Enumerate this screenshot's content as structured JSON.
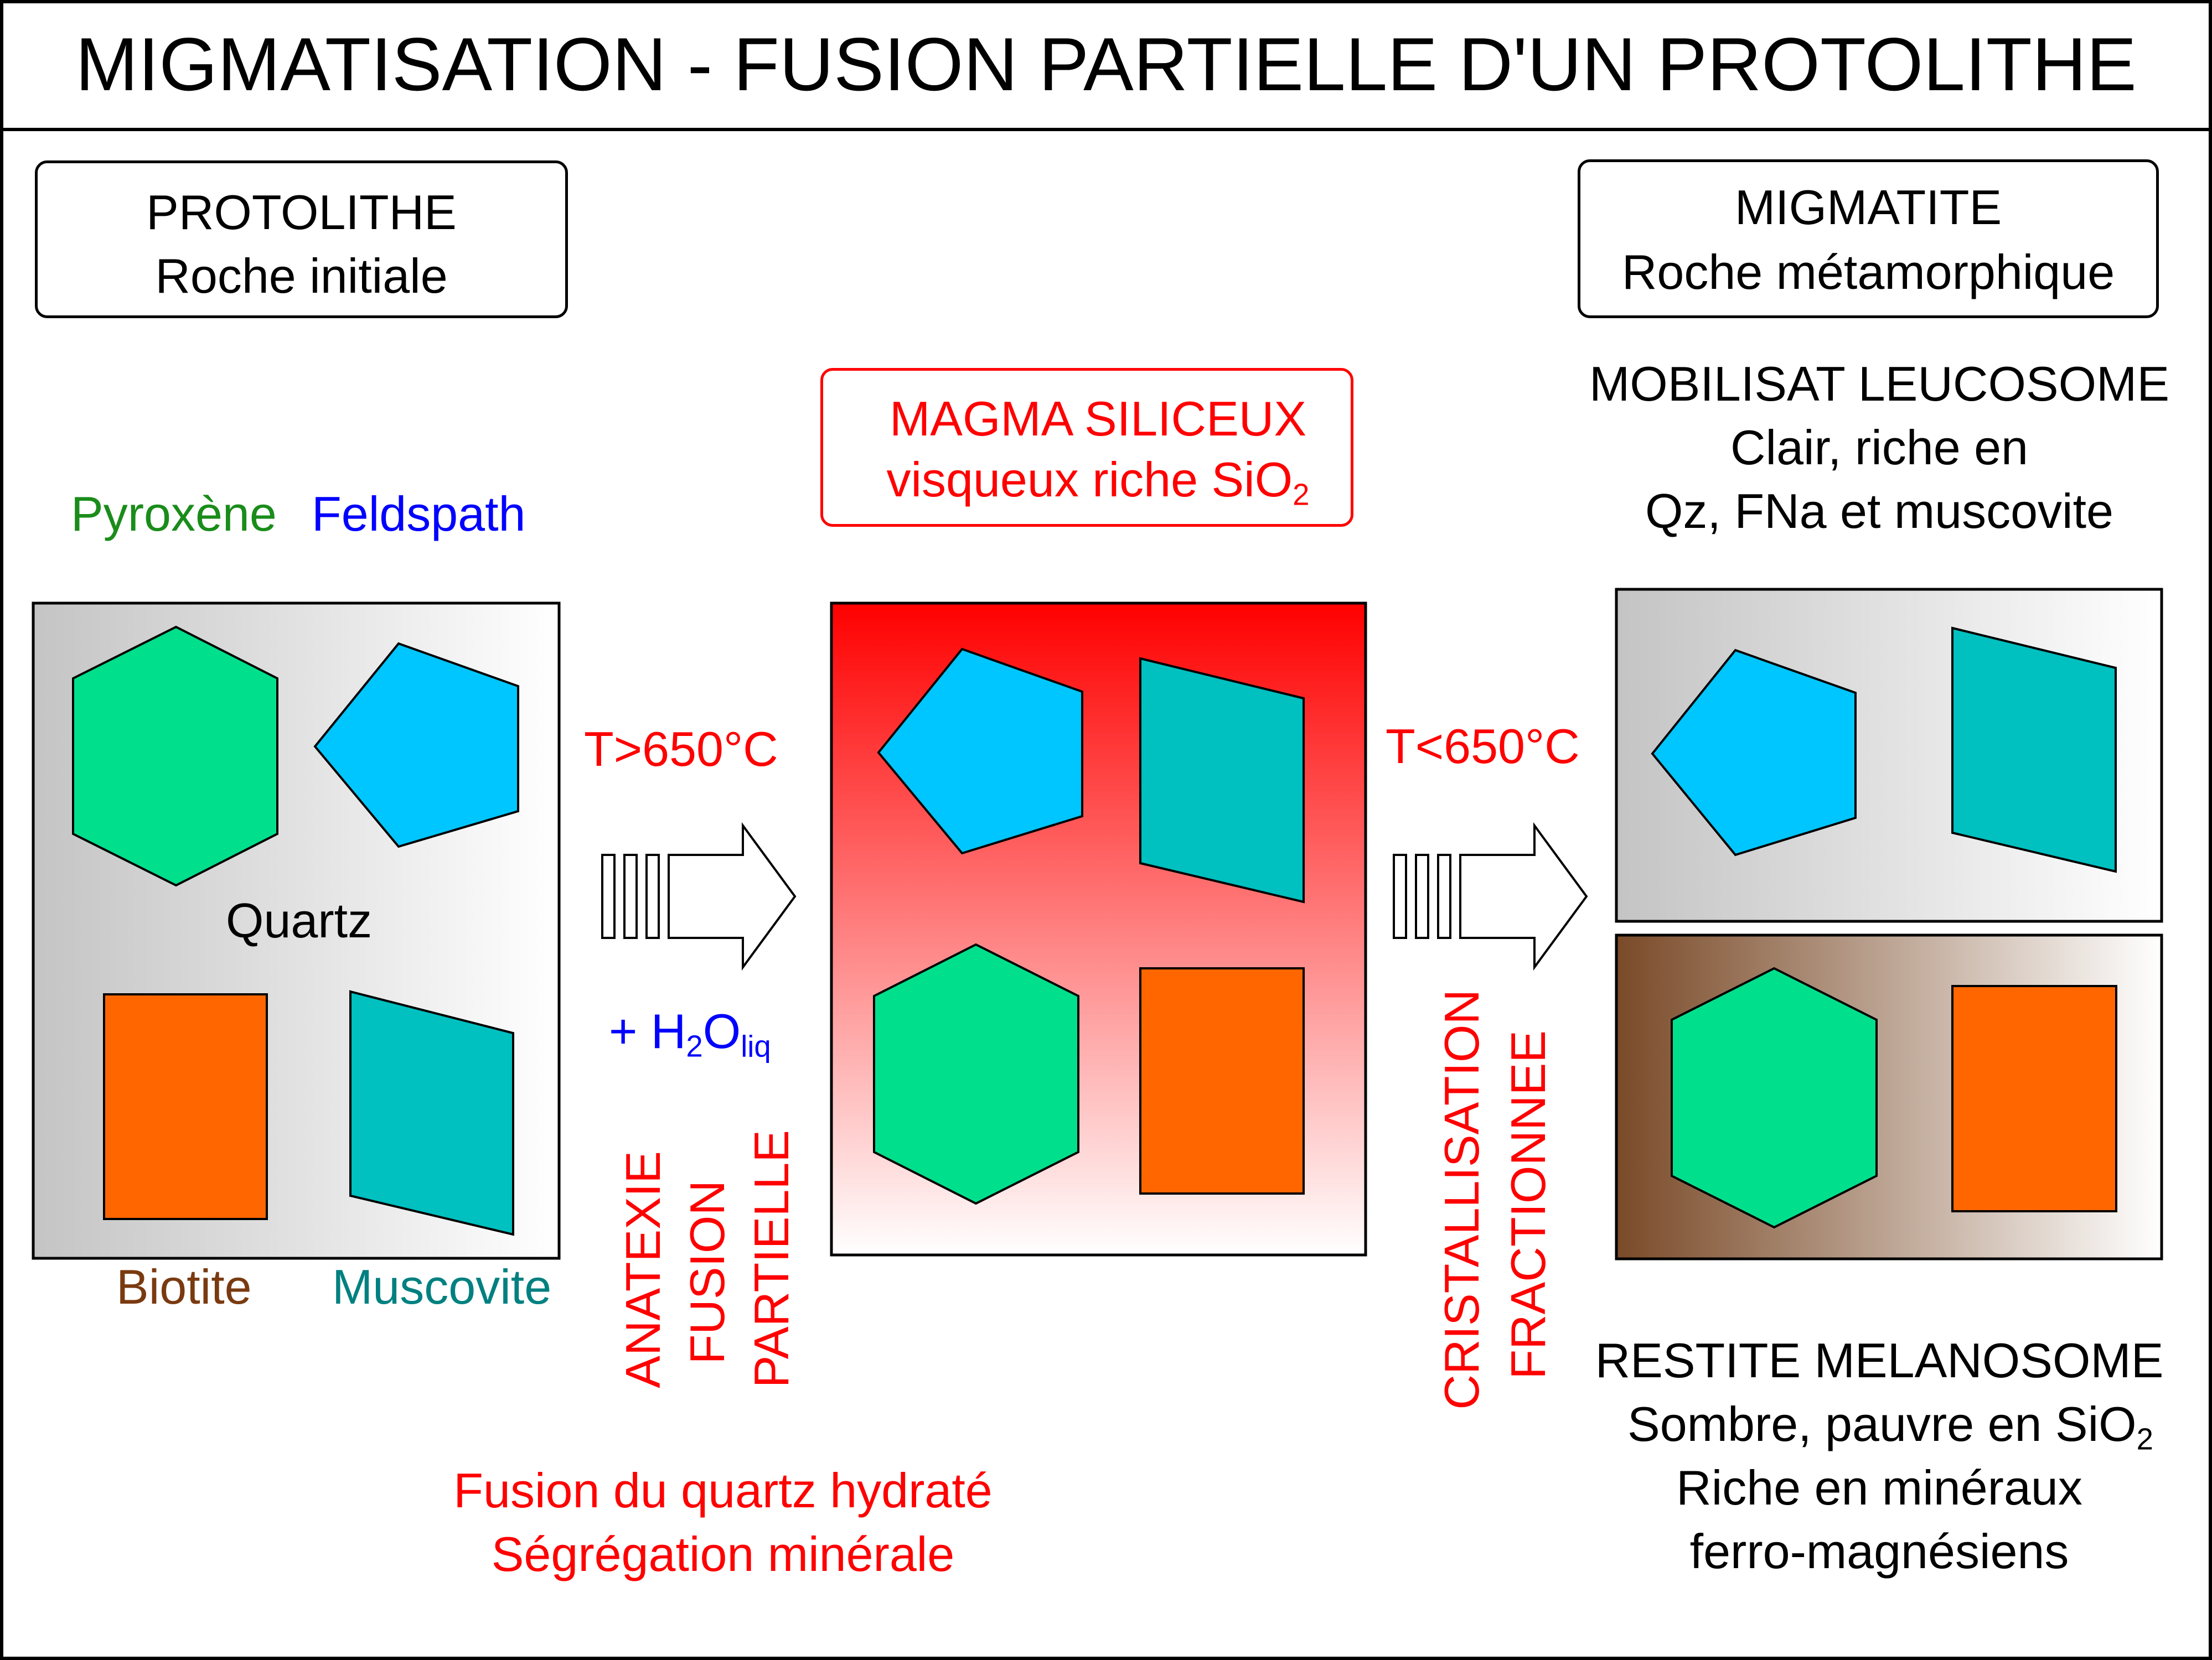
{
  "title": "MIGMATISATION - FUSION PARTIELLE D'UN PROTOLITHE",
  "protolithe": {
    "title": "PROTOLITHE",
    "subtitle": "Roche initiale"
  },
  "migmatite": {
    "title": "MIGMATITE",
    "subtitle": "Roche métamorphique"
  },
  "magma": {
    "line1": "MAGMA SILICEUX",
    "line2_prefix": "visqueux riche SiO",
    "line2_sub": "2"
  },
  "minerals": {
    "pyroxene": "Pyroxène",
    "feldspath": "Feldspath",
    "quartz": "Quartz",
    "biotite": "Biotite",
    "muscovite": "Muscovite"
  },
  "melting": {
    "temperature": "T>650°C",
    "water_prefix": "+ H",
    "water_sub1": "2",
    "water_mid": "O",
    "water_sub2": "liq",
    "label_lines": [
      "ANATEXIE",
      "FUSION",
      "PARTIELLE"
    ],
    "note1": "Fusion du quartz hydraté",
    "note2": "Ségrégation minérale"
  },
  "crystallization": {
    "temperature": "T<650°C",
    "label_lines": [
      "CRISTALLISATION",
      "FRACTIONNEE"
    ]
  },
  "leucosome": {
    "line1": "MOBILISAT LEUCOSOME",
    "line2": "Clair, riche en",
    "line3": "Qz, FNa et muscovite"
  },
  "melanosome": {
    "line1": "RESTITE MELANOSOME",
    "line2_prefix": "Sombre, pauvre en SiO",
    "line2_sub": "2",
    "line3": "Riche en minéraux",
    "line4": "ferro-magnésiens"
  },
  "colors": {
    "pyroxene": "#00e08c",
    "feldspath": "#00c6ff",
    "biotite": "#ff6600",
    "muscovite": "#00c0c0",
    "pyroxene_label": "#1a8c1a",
    "feldspath_label": "#0000ff",
    "biotite_label": "#7a3a10",
    "muscovite_label": "#008080",
    "accent_red": "#ff0000",
    "accent_blue": "#0000ff",
    "melanosome_brown": "#7a4a28"
  }
}
